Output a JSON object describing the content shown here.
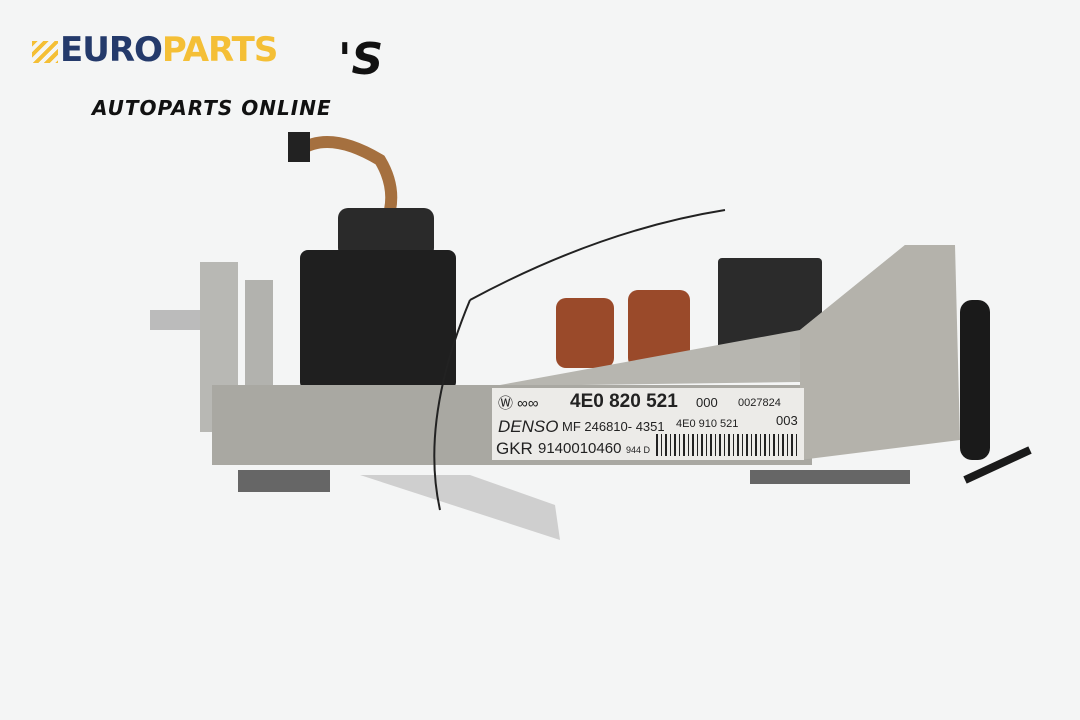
{
  "logo": {
    "brand_part1": "EURO",
    "brand_part2": "PARTS",
    "suffix": "'S",
    "tagline": "AUTOPARTS ONLINE"
  },
  "product_label": {
    "part_number": "4E0 820 521",
    "revision": "000",
    "serial": "0027824",
    "manufacturer": "DENSO",
    "mf_number": "MF 246810- 4351",
    "alt_part_number": "4E0 910 521",
    "index": "003",
    "prefix": "GKR",
    "code": "9140010460",
    "code_suffix": "944 D"
  }
}
